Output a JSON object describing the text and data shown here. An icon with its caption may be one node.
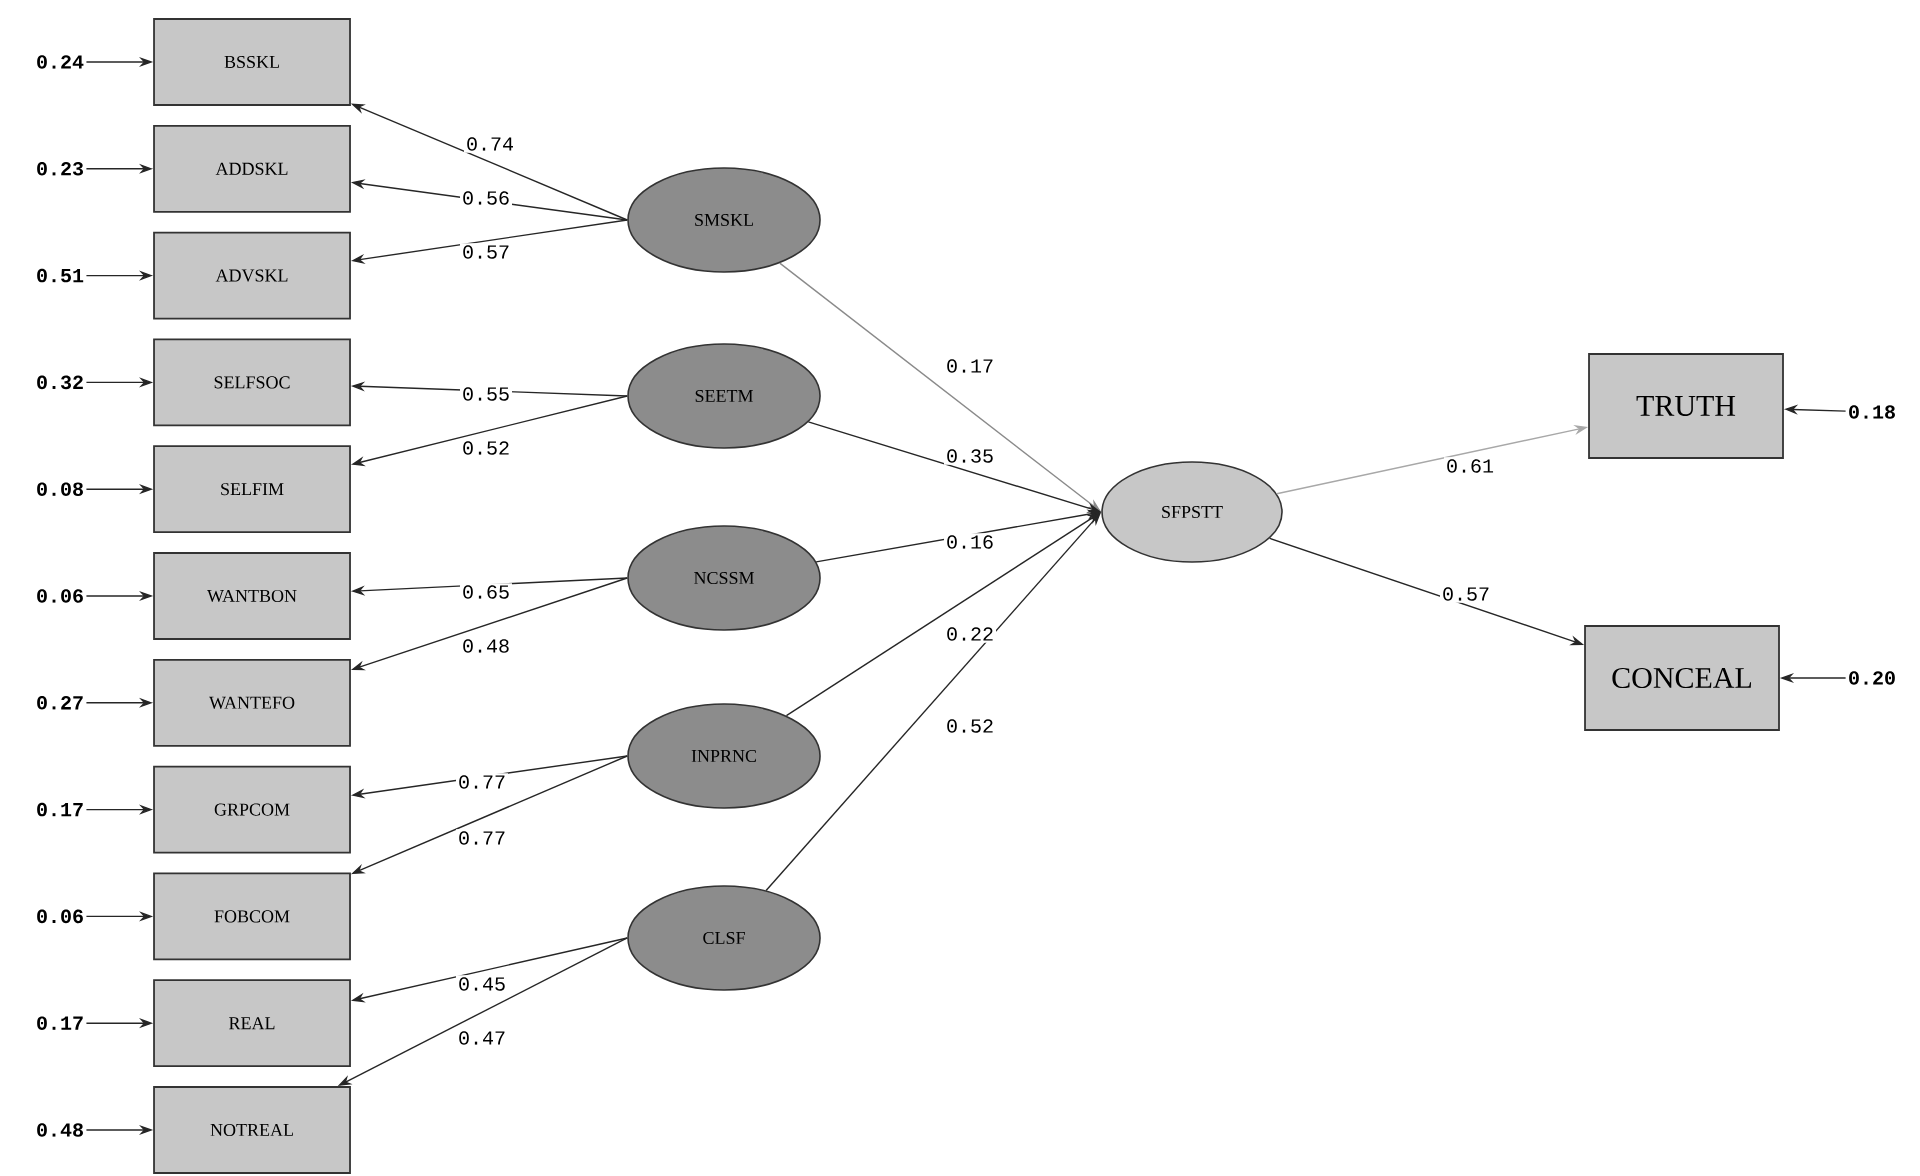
{
  "diagram": {
    "nodes": [
      {
        "text": [
          "BSSKL"
        ]
      },
      {
        "text": [
          "ADDSKL"
        ]
      },
      {
        "text": [
          "ADVSKL"
        ]
      },
      {
        "text": [
          "SELFSOC"
        ]
      },
      {
        "text": [
          "SELFIM"
        ]
      },
      {
        "text": [
          "WANTBON"
        ]
      },
      {
        "text": [
          "WANTEFO"
        ]
      },
      {
        "text": [
          "GRPCOM"
        ]
      },
      {
        "text": [
          "FOBCOM"
        ]
      },
      {
        "text": [
          "REAL"
        ]
      },
      {
        "text": [
          "NOTREAL"
        ]
      },
      {
        "text": [
          "SMSKL"
        ]
      },
      {
        "text": [
          "SEETM"
        ]
      },
      {
        "text": [
          "NCSSM"
        ]
      },
      {
        "text": [
          "INPRNC"
        ]
      },
      {
        "text": [
          "CLSF"
        ]
      },
      {
        "text": [
          "SFPSTT"
        ]
      },
      {
        "text": [
          "TRUTH"
        ]
      },
      {
        "text": [
          "CONCEAL"
        ]
      },
      {
        "text": [
          "0.24"
        ]
      },
      {
        "text": [
          "0.23"
        ]
      },
      {
        "text": [
          "0.51"
        ]
      },
      {
        "text": [
          "0.32"
        ]
      },
      {
        "text": [
          "0.08"
        ]
      },
      {
        "text": [
          "0.06"
        ]
      },
      {
        "text": [
          "0.27"
        ]
      },
      {
        "text": [
          "0.17"
        ]
      },
      {
        "text": [
          "0.06"
        ]
      },
      {
        "text": [
          "0.17"
        ]
      },
      {
        "text": [
          "0.48"
        ]
      },
      {
        "text": [
          "0.18"
        ]
      },
      {
        "text": [
          "0.20"
        ]
      }
    ],
    "edges": [
      {
        "from": 11,
        "to": 0,
        "arrow": "to",
        "label": "0.74"
      },
      {
        "from": 11,
        "to": 1,
        "arrow": "to",
        "label": "0.56"
      },
      {
        "from": 11,
        "to": 2,
        "arrow": "to",
        "label": "0.57"
      },
      {
        "from": 12,
        "to": 3,
        "arrow": "to",
        "label": "0.55"
      },
      {
        "from": 12,
        "to": 4,
        "arrow": "to",
        "label": "0.52"
      },
      {
        "from": 13,
        "to": 5,
        "arrow": "to",
        "label": "0.65"
      },
      {
        "from": 13,
        "to": 6,
        "arrow": "to",
        "label": "0.48"
      },
      {
        "from": 14,
        "to": 7,
        "arrow": "to",
        "label": "0.77"
      },
      {
        "from": 14,
        "to": 8,
        "arrow": "to",
        "label": "0.77"
      },
      {
        "from": 15,
        "to": 9,
        "arrow": "to",
        "label": "0.45"
      },
      {
        "from": 15,
        "to": 10,
        "arrow": "to",
        "label": "0.47"
      },
      {
        "from": 11,
        "to": 16,
        "arrow": "to",
        "label": "0.17",
        "color": "#8a8a8a"
      },
      {
        "from": 12,
        "to": 16,
        "arrow": "to",
        "label": "0.35"
      },
      {
        "from": 13,
        "to": 16,
        "arrow": "to",
        "label": "0.16"
      },
      {
        "from": 14,
        "to": 16,
        "arrow": "to",
        "label": "0.22"
      },
      {
        "from": 15,
        "to": 16,
        "arrow": "to",
        "label": "0.52"
      },
      {
        "from": 16,
        "to": 17,
        "arrow": "to",
        "label": "0.61",
        "color": "#a8a8a8"
      },
      {
        "from": 16,
        "to": 18,
        "arrow": "to",
        "label": "0.57"
      },
      {
        "from": 19,
        "to": 0,
        "arrow": "to"
      },
      {
        "from": 20,
        "to": 1,
        "arrow": "to"
      },
      {
        "from": 21,
        "to": 2,
        "arrow": "to"
      },
      {
        "from": 22,
        "to": 3,
        "arrow": "to"
      },
      {
        "from": 23,
        "to": 4,
        "arrow": "to"
      },
      {
        "from": 24,
        "to": 5,
        "arrow": "to"
      },
      {
        "from": 25,
        "to": 6,
        "arrow": "to"
      },
      {
        "from": 26,
        "to": 7,
        "arrow": "to"
      },
      {
        "from": 27,
        "to": 8,
        "arrow": "to"
      },
      {
        "from": 28,
        "to": 9,
        "arrow": "to"
      },
      {
        "from": 29,
        "to": 10,
        "arrow": "to"
      },
      {
        "from": 30,
        "to": 17,
        "arrow": "to"
      },
      {
        "from": 31,
        "to": 18,
        "arrow": "to"
      }
    ]
  }
}
